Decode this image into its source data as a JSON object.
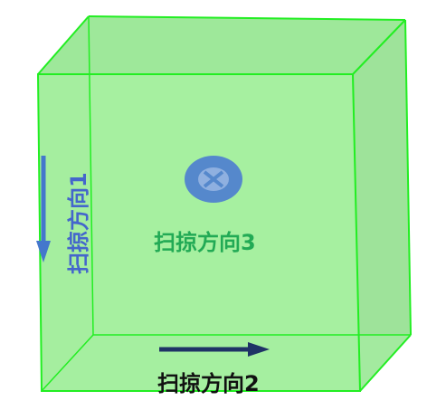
{
  "labels": {
    "direction1": "扫掠方向1",
    "direction2": "扫掠方向2",
    "direction3": "扫掠方向3"
  },
  "colors": {
    "box_fill": "#a6f0a0",
    "box_face_dark": "#8ed88a",
    "edge": "#22ee22",
    "arrow_blue": "#4477cc",
    "arrow_navy": "#1f3366",
    "label1": "#4466cc",
    "label2": "#111111",
    "label3": "#22aa55",
    "symbol_fill": "#5588cc",
    "symbol_inner": "#8fb0e0"
  },
  "icons": {
    "into_page_symbol": "circled-x-icon",
    "arrow_down": "arrow-down-icon",
    "arrow_right": "arrow-right-icon"
  }
}
